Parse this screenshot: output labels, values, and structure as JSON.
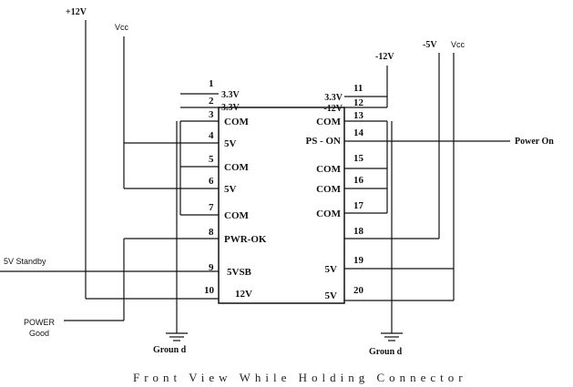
{
  "diagram": {
    "caption": "Front View While Holding Connector",
    "external_labels": {
      "plus12v": "+12V",
      "vcc_left": "Vcc",
      "minus12v": "-12V",
      "minus5v": "-5V",
      "vcc_right": "Vcc",
      "power_on": "Power On",
      "standby": "5V Standby",
      "power_good_1": "POWER",
      "power_good_2": "Good",
      "ground_left": "Groun d",
      "ground_right": "Groun d"
    },
    "left_pins": [
      {
        "num": "1",
        "label": "3.3V"
      },
      {
        "num": "2",
        "label": "3.3V"
      },
      {
        "num": "3",
        "label": "COM"
      },
      {
        "num": "4",
        "label": "5V"
      },
      {
        "num": "5",
        "label": "COM"
      },
      {
        "num": "6",
        "label": "5V"
      },
      {
        "num": "7",
        "label": "COM"
      },
      {
        "num": "8",
        "label": "PWR-OK"
      },
      {
        "num": "9",
        "label": "5VSB"
      },
      {
        "num": "10",
        "label": "12V"
      }
    ],
    "right_pins": [
      {
        "num": "11",
        "label": "3.3V"
      },
      {
        "num": "12",
        "label": "-12V"
      },
      {
        "num": "13",
        "label": "COM"
      },
      {
        "num": "14",
        "label": "PS - ON"
      },
      {
        "num": "15",
        "label": "COM"
      },
      {
        "num": "16",
        "label": "COM"
      },
      {
        "num": "17",
        "label": "COM"
      },
      {
        "num": "18",
        "label": ""
      },
      {
        "num": "19",
        "label": "5V"
      },
      {
        "num": "20",
        "label": "5V"
      }
    ]
  }
}
